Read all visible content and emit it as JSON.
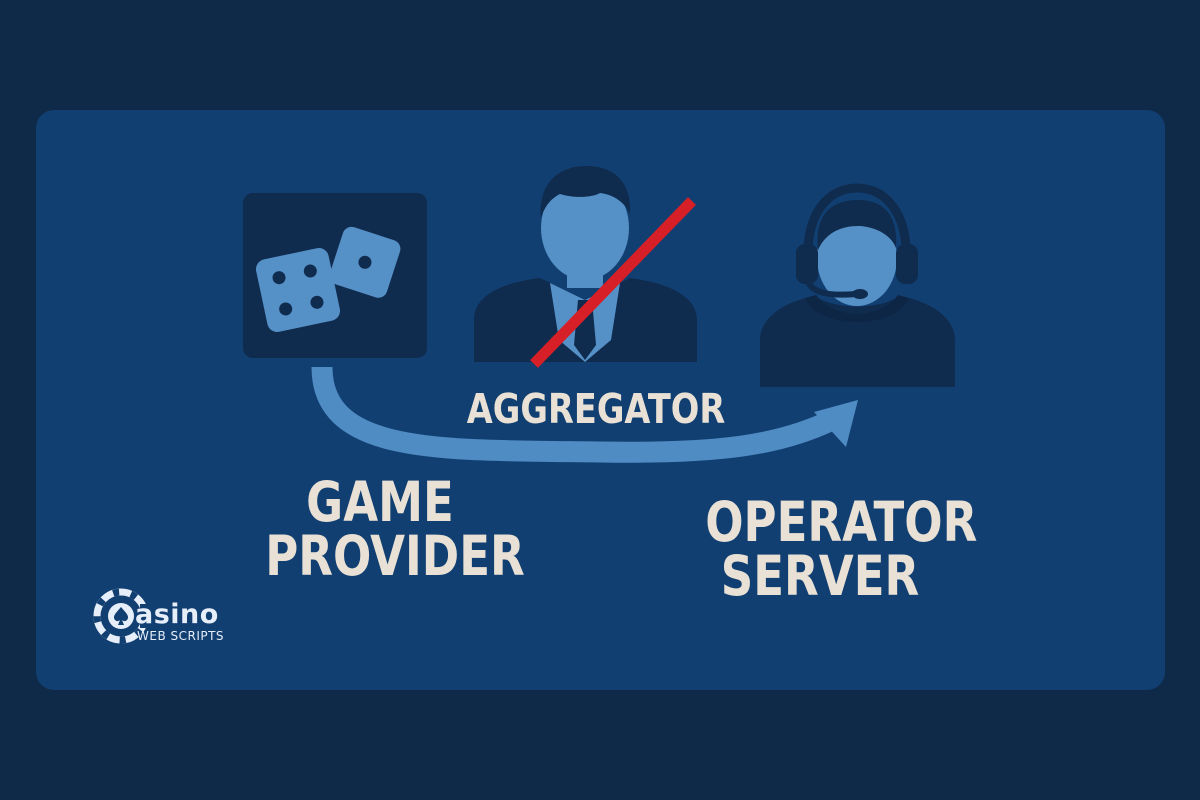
{
  "diagram": {
    "labels": {
      "aggregator": "AGGREGATOR",
      "game_provider": [
        "GAME",
        "PROVIDER"
      ],
      "operator_server": [
        "OPERATOR",
        "SERVER"
      ]
    },
    "nodes": [
      {
        "id": "game-provider",
        "icon": "dice-icon"
      },
      {
        "id": "aggregator",
        "icon": "businessman-icon",
        "crossed_out": true
      },
      {
        "id": "operator-server",
        "icon": "headset-operator-icon"
      }
    ],
    "edges": [
      {
        "from": "game-provider",
        "to": "operator-server",
        "style": "curved-arrow",
        "bypasses": "aggregator"
      }
    ],
    "colors": {
      "page_background": "#0e2a48",
      "panel_background": "#123f71",
      "icon_tile": "#0f2b4e",
      "icon_fill": "#5590c6",
      "figure_dark": "#0f2b4e",
      "arrow": "#4f8cc4",
      "strike": "#d61f26",
      "label_text": "#e9e1d5"
    }
  },
  "brand": {
    "name_main": "asino",
    "name_sub": "WEB SCRIPTS",
    "icon": "casino-chip-icon"
  }
}
